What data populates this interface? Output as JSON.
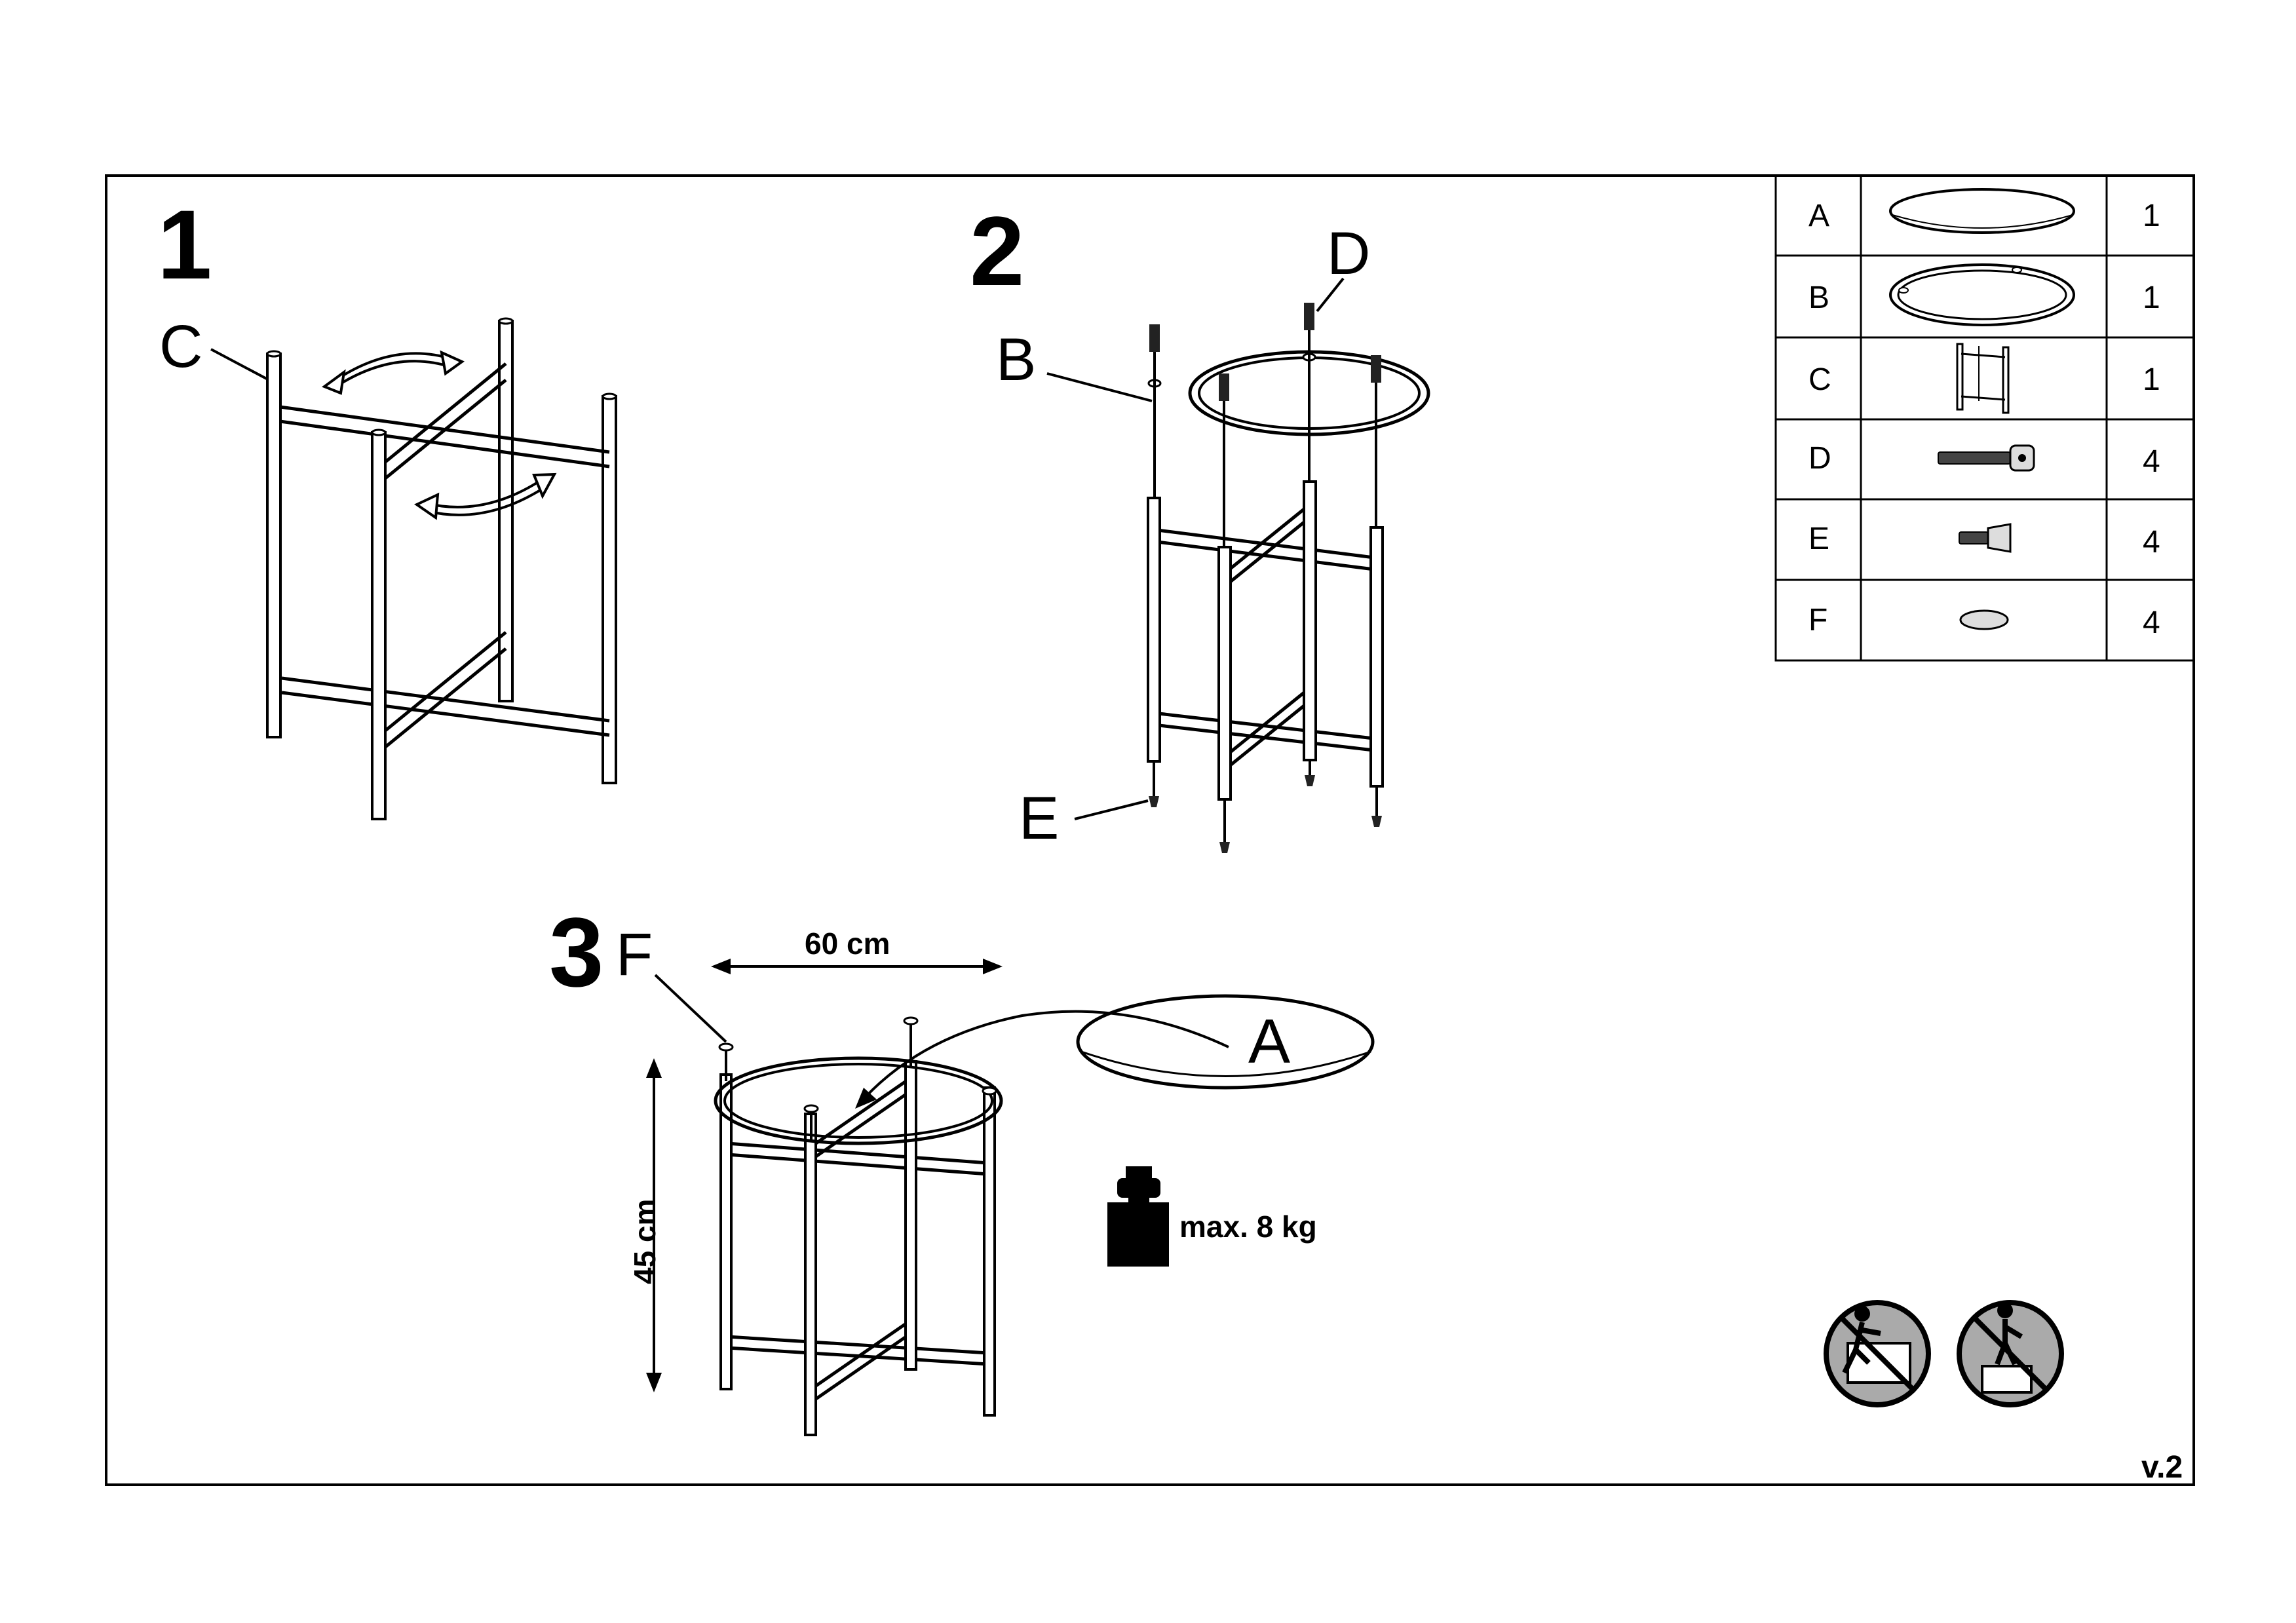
{
  "steps": {
    "step1": {
      "number": "1",
      "callout": "C"
    },
    "step2": {
      "number": "2",
      "callouts": {
        "b": "B",
        "d": "D",
        "e": "E"
      }
    },
    "step3": {
      "number": "3",
      "callouts": {
        "f": "F",
        "a": "A"
      },
      "width_label": "60 cm",
      "height_label": "45 cm",
      "max_load_label": "max. 8 kg"
    }
  },
  "parts_table": {
    "rows": [
      {
        "code": "A",
        "icon": "glass-top-icon",
        "qty": "1"
      },
      {
        "code": "B",
        "icon": "ring-frame-icon",
        "qty": "1"
      },
      {
        "code": "C",
        "icon": "leg-frame-icon",
        "qty": "1"
      },
      {
        "code": "D",
        "icon": "long-bolt-icon",
        "qty": "4"
      },
      {
        "code": "E",
        "icon": "short-bolt-icon",
        "qty": "4"
      },
      {
        "code": "F",
        "icon": "felt-pad-icon",
        "qty": "4"
      }
    ]
  },
  "warnings": [
    "no-climbing-icon",
    "no-standing-icon"
  ],
  "version": "v.2"
}
